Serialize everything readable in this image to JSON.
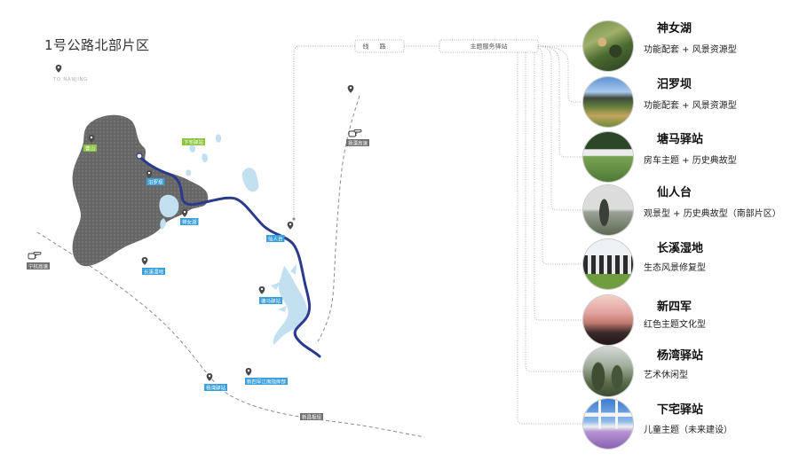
{
  "title": "1号公路北部片区",
  "map": {
    "direction_label": "TO NANJING",
    "labels_green": [
      "曹山",
      "下宅驿站"
    ],
    "labels_blue": [
      "汨罗坝",
      "神女湖",
      "仙人台",
      "长溪湿地",
      "塘马驿站",
      "杨湾驿站",
      "新四军江南指挥部"
    ],
    "labels_grey": [
      "扬溧高速",
      "宁杭高速",
      "新昌枢纽"
    ]
  },
  "diagram": {
    "route_box": "线路",
    "station_box": "主题服务驿站"
  },
  "stations": [
    {
      "name": "神女湖",
      "type": "功能配套 + 风景资源型"
    },
    {
      "name": "汨罗坝",
      "type": "功能配套 + 风景资源型"
    },
    {
      "name": "塘马驿站",
      "type": "房车主题 + 历史典故型"
    },
    {
      "name": "仙人台",
      "type": "观景型 + 历史典故型（南部片区）"
    },
    {
      "name": "长溪湿地",
      "type": "生态风景修复型"
    },
    {
      "name": "新四军",
      "type": "红色主题文化型"
    },
    {
      "name": "杨湾驿站",
      "type": "艺术休闲型"
    },
    {
      "name": "下宅驿站",
      "type": "儿童主题（未来建设）"
    }
  ],
  "colors": {
    "route": "#2b3a8c",
    "water": "#c3e0f1",
    "terrain": "#676767",
    "label_blue": "#3a9fdb",
    "label_green": "#8dc540",
    "label_grey": "#707070",
    "road": "#8c8c8c"
  }
}
